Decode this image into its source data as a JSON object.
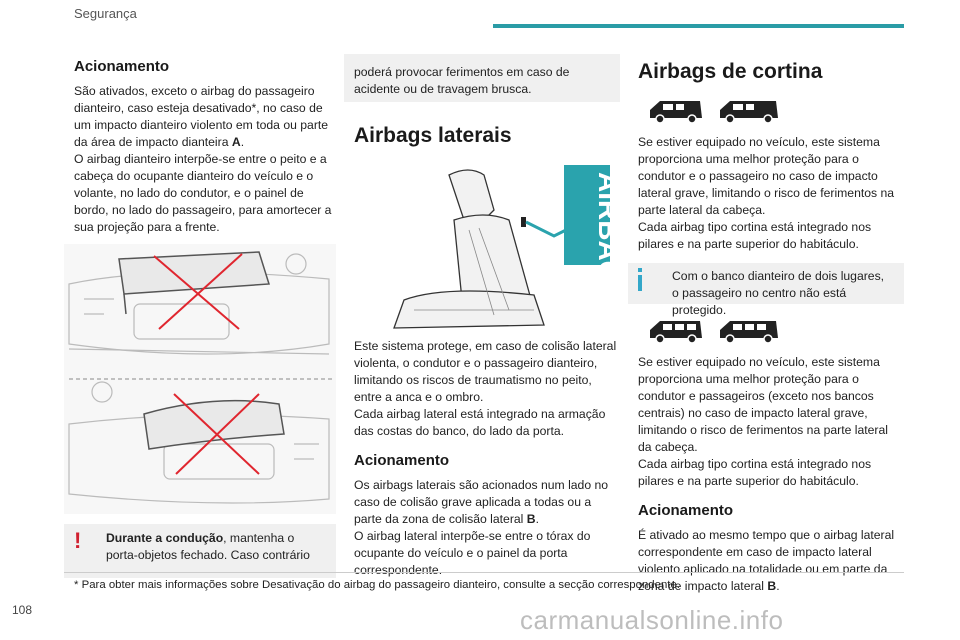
{
  "header": {
    "section": "Segurança"
  },
  "col1": {
    "heading": "Acionamento",
    "p1_a": "São ativados, exceto o airbag do passageiro dianteiro, caso esteja desativado*, no caso de um impacto dianteiro violento em toda ou parte da área de impacto dianteira ",
    "p1_b": "A",
    "p1_c": ".",
    "p2": "O airbag dianteiro interpõe-se entre o peito e a cabeça do ocupante dianteiro do veículo e o volante, no lado do condutor, e o painel de bordo, no lado do passageiro, para amortecer a sua projeção para a frente.",
    "warning_bold": "Durante a condução",
    "warning_rest": ", mantenha o porta-objetos fechado. Caso contrário"
  },
  "col2": {
    "continued": "poderá provocar ferimentos em caso de acidente ou de travagem brusca.",
    "heading": "Airbags laterais",
    "airbag_label": "AIRBAG",
    "p1": "Este sistema protege, em caso de colisão lateral violenta, o condutor e o passageiro dianteiro, limitando os riscos de traumatismo no peito, entre a anca e o ombro.",
    "p2": "Cada airbag lateral está integrado na armação das costas do banco, do lado da porta.",
    "sub_heading": "Acionamento",
    "p3_a": "Os airbags laterais são acionados num lado no caso de colisão grave aplicada a todas ou a parte da zona de colisão lateral ",
    "p3_b": "B",
    "p3_c": ".",
    "p4": "O airbag lateral interpõe-se entre o tórax do ocupante do veículo e o painel da porta correspondente."
  },
  "col3": {
    "heading": "Airbags de cortina",
    "p1": "Se estiver equipado no veículo, este sistema proporciona uma melhor proteção para o condutor e o passageiro no caso de impacto lateral grave, limitando o risco de ferimentos na parte lateral da cabeça.",
    "p2": "Cada airbag tipo cortina está integrado nos pilares e na parte superior do habitáculo.",
    "info": "Com o banco dianteiro de dois lugares, o passageiro no centro não está protegido.",
    "p3": "Se estiver equipado no veículo, este sistema proporciona uma melhor proteção para o condutor e passageiros (exceto nos bancos centrais) no caso de impacto lateral grave, limitando o risco de ferimentos na parte lateral da cabeça.",
    "p4": "Cada airbag tipo cortina está integrado nos pilares e na parte superior do habitáculo.",
    "sub_heading": "Acionamento",
    "p5_a": "É ativado ao mesmo tempo que o airbag lateral correspondente em caso de impacto lateral violento aplicado na totalidade ou em parte da zona de impacto lateral ",
    "p5_b": "B",
    "p5_c": "."
  },
  "footnote": "* Para obter mais informações sobre Desativação do airbag do passageiro dianteiro, consulte a secção correspondente.",
  "page_number": "108",
  "watermark": "carmanualsonline.info",
  "colors": {
    "accent": "#2a9ca6",
    "warning": "#d0202f",
    "info": "#33a7c9",
    "airbag_banner": "#2aa3ad"
  }
}
